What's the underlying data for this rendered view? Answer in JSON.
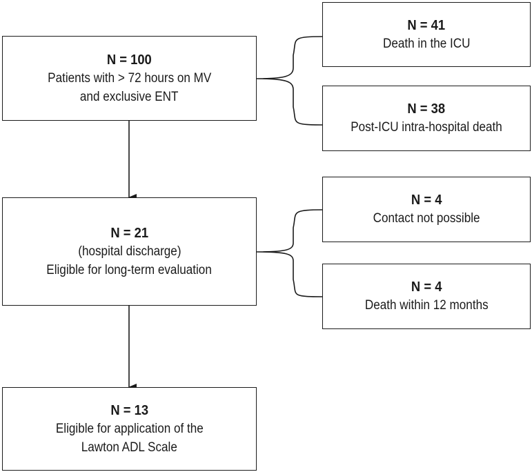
{
  "boxes": {
    "start": {
      "n": "N = 100",
      "lines": [
        "Patients with > 72 hours on MV",
        "and exclusive ENT"
      ]
    },
    "icu_death": {
      "n": "N = 41",
      "lines": [
        "Death in the ICU"
      ]
    },
    "post_icu_death": {
      "n": "N = 38",
      "lines": [
        "Post-ICU intra-hospital death"
      ]
    },
    "discharge": {
      "n": "N = 21",
      "lines": [
        "(hospital discharge)",
        "Eligible for long-term evaluation"
      ]
    },
    "no_contact": {
      "n": "N = 4",
      "lines": [
        "Contact not possible"
      ]
    },
    "death_12m": {
      "n": "N = 4",
      "lines": [
        "Death within 12 months"
      ]
    },
    "final": {
      "n": "N = 13",
      "lines": [
        "Eligible for application of the",
        "Lawton ADL Scale"
      ]
    }
  },
  "colors": {
    "line": "#1a1a1a",
    "background": "#ffffff"
  }
}
